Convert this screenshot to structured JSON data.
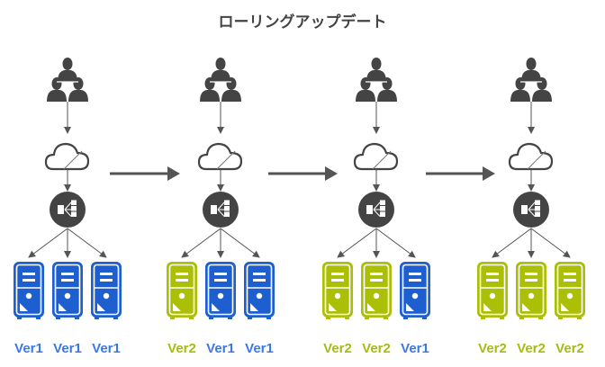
{
  "title": "ローリングアップデート",
  "colors": {
    "ver1": "#1E5FD0",
    "ver1_label": "#3B78E7",
    "ver2": "#AABF06",
    "ver2_label": "#A6BC10",
    "icon_dark": "#444444",
    "connector": "#555555",
    "arrow": "#555555"
  },
  "stages": [
    {
      "name": "stage-1",
      "servers": [
        {
          "version": "ver1",
          "label": "Ver1"
        },
        {
          "version": "ver1",
          "label": "Ver1"
        },
        {
          "version": "ver1",
          "label": "Ver1"
        }
      ]
    },
    {
      "name": "stage-2",
      "servers": [
        {
          "version": "ver2",
          "label": "Ver2"
        },
        {
          "version": "ver1",
          "label": "Ver1"
        },
        {
          "version": "ver1",
          "label": "Ver1"
        }
      ]
    },
    {
      "name": "stage-3",
      "servers": [
        {
          "version": "ver2",
          "label": "Ver2"
        },
        {
          "version": "ver2",
          "label": "Ver2"
        },
        {
          "version": "ver1",
          "label": "Ver1"
        }
      ]
    },
    {
      "name": "stage-4",
      "servers": [
        {
          "version": "ver2",
          "label": "Ver2"
        },
        {
          "version": "ver2",
          "label": "Ver2"
        },
        {
          "version": "ver2",
          "label": "Ver2"
        }
      ]
    }
  ],
  "icons": {
    "users": "users-group-icon",
    "cloud": "cloud-icon",
    "load_balancer": "load-balancer-icon",
    "server": "server-icon",
    "transition_arrow": "arrow-right-icon"
  }
}
